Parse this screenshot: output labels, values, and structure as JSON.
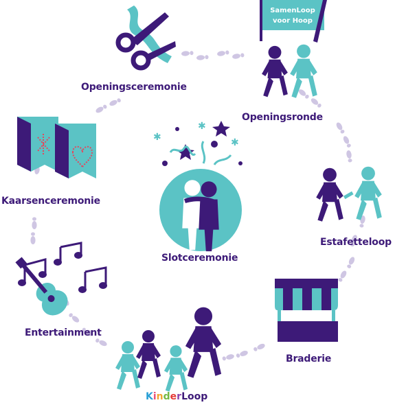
{
  "colors": {
    "purple": "#3d1a78",
    "teal": "#5bc3c5",
    "footprint": "#cfc6e3"
  },
  "stations": {
    "openingsceremonie": "Openingsceremonie",
    "openingsronde": "Openingsronde",
    "kaarsenceremonie": "Kaarsenceremonie",
    "slotceremonie": "Slotceremonie",
    "estafetteloop": "Estafetteloop",
    "entertainment": "Entertainment",
    "braderie": "Braderie"
  },
  "banner": {
    "line1": "SamenLoop",
    "line2": "voor Hoop"
  },
  "kinderloop": {
    "letters": [
      {
        "char": "K",
        "color": "#2aa0d6"
      },
      {
        "char": "i",
        "color": "#e94e77"
      },
      {
        "char": "n",
        "color": "#f2a531"
      },
      {
        "char": "d",
        "color": "#74b843"
      },
      {
        "char": "e",
        "color": "#e53935"
      },
      {
        "char": "r",
        "color": "#8e44ad"
      },
      {
        "char": "L",
        "color": "#3d1a78"
      },
      {
        "char": "o",
        "color": "#3d1a78"
      },
      {
        "char": "o",
        "color": "#3d1a78"
      },
      {
        "char": "p",
        "color": "#3d1a78"
      }
    ]
  },
  "icons": [
    "scissors-ribbon-icon",
    "banner-walkers-icon",
    "candle-bags-icon",
    "hugging-people-icon",
    "relay-runners-icon",
    "music-guitar-icon",
    "market-stall-icon",
    "family-walkers-icon",
    "footprints-icon",
    "confetti-icon"
  ]
}
